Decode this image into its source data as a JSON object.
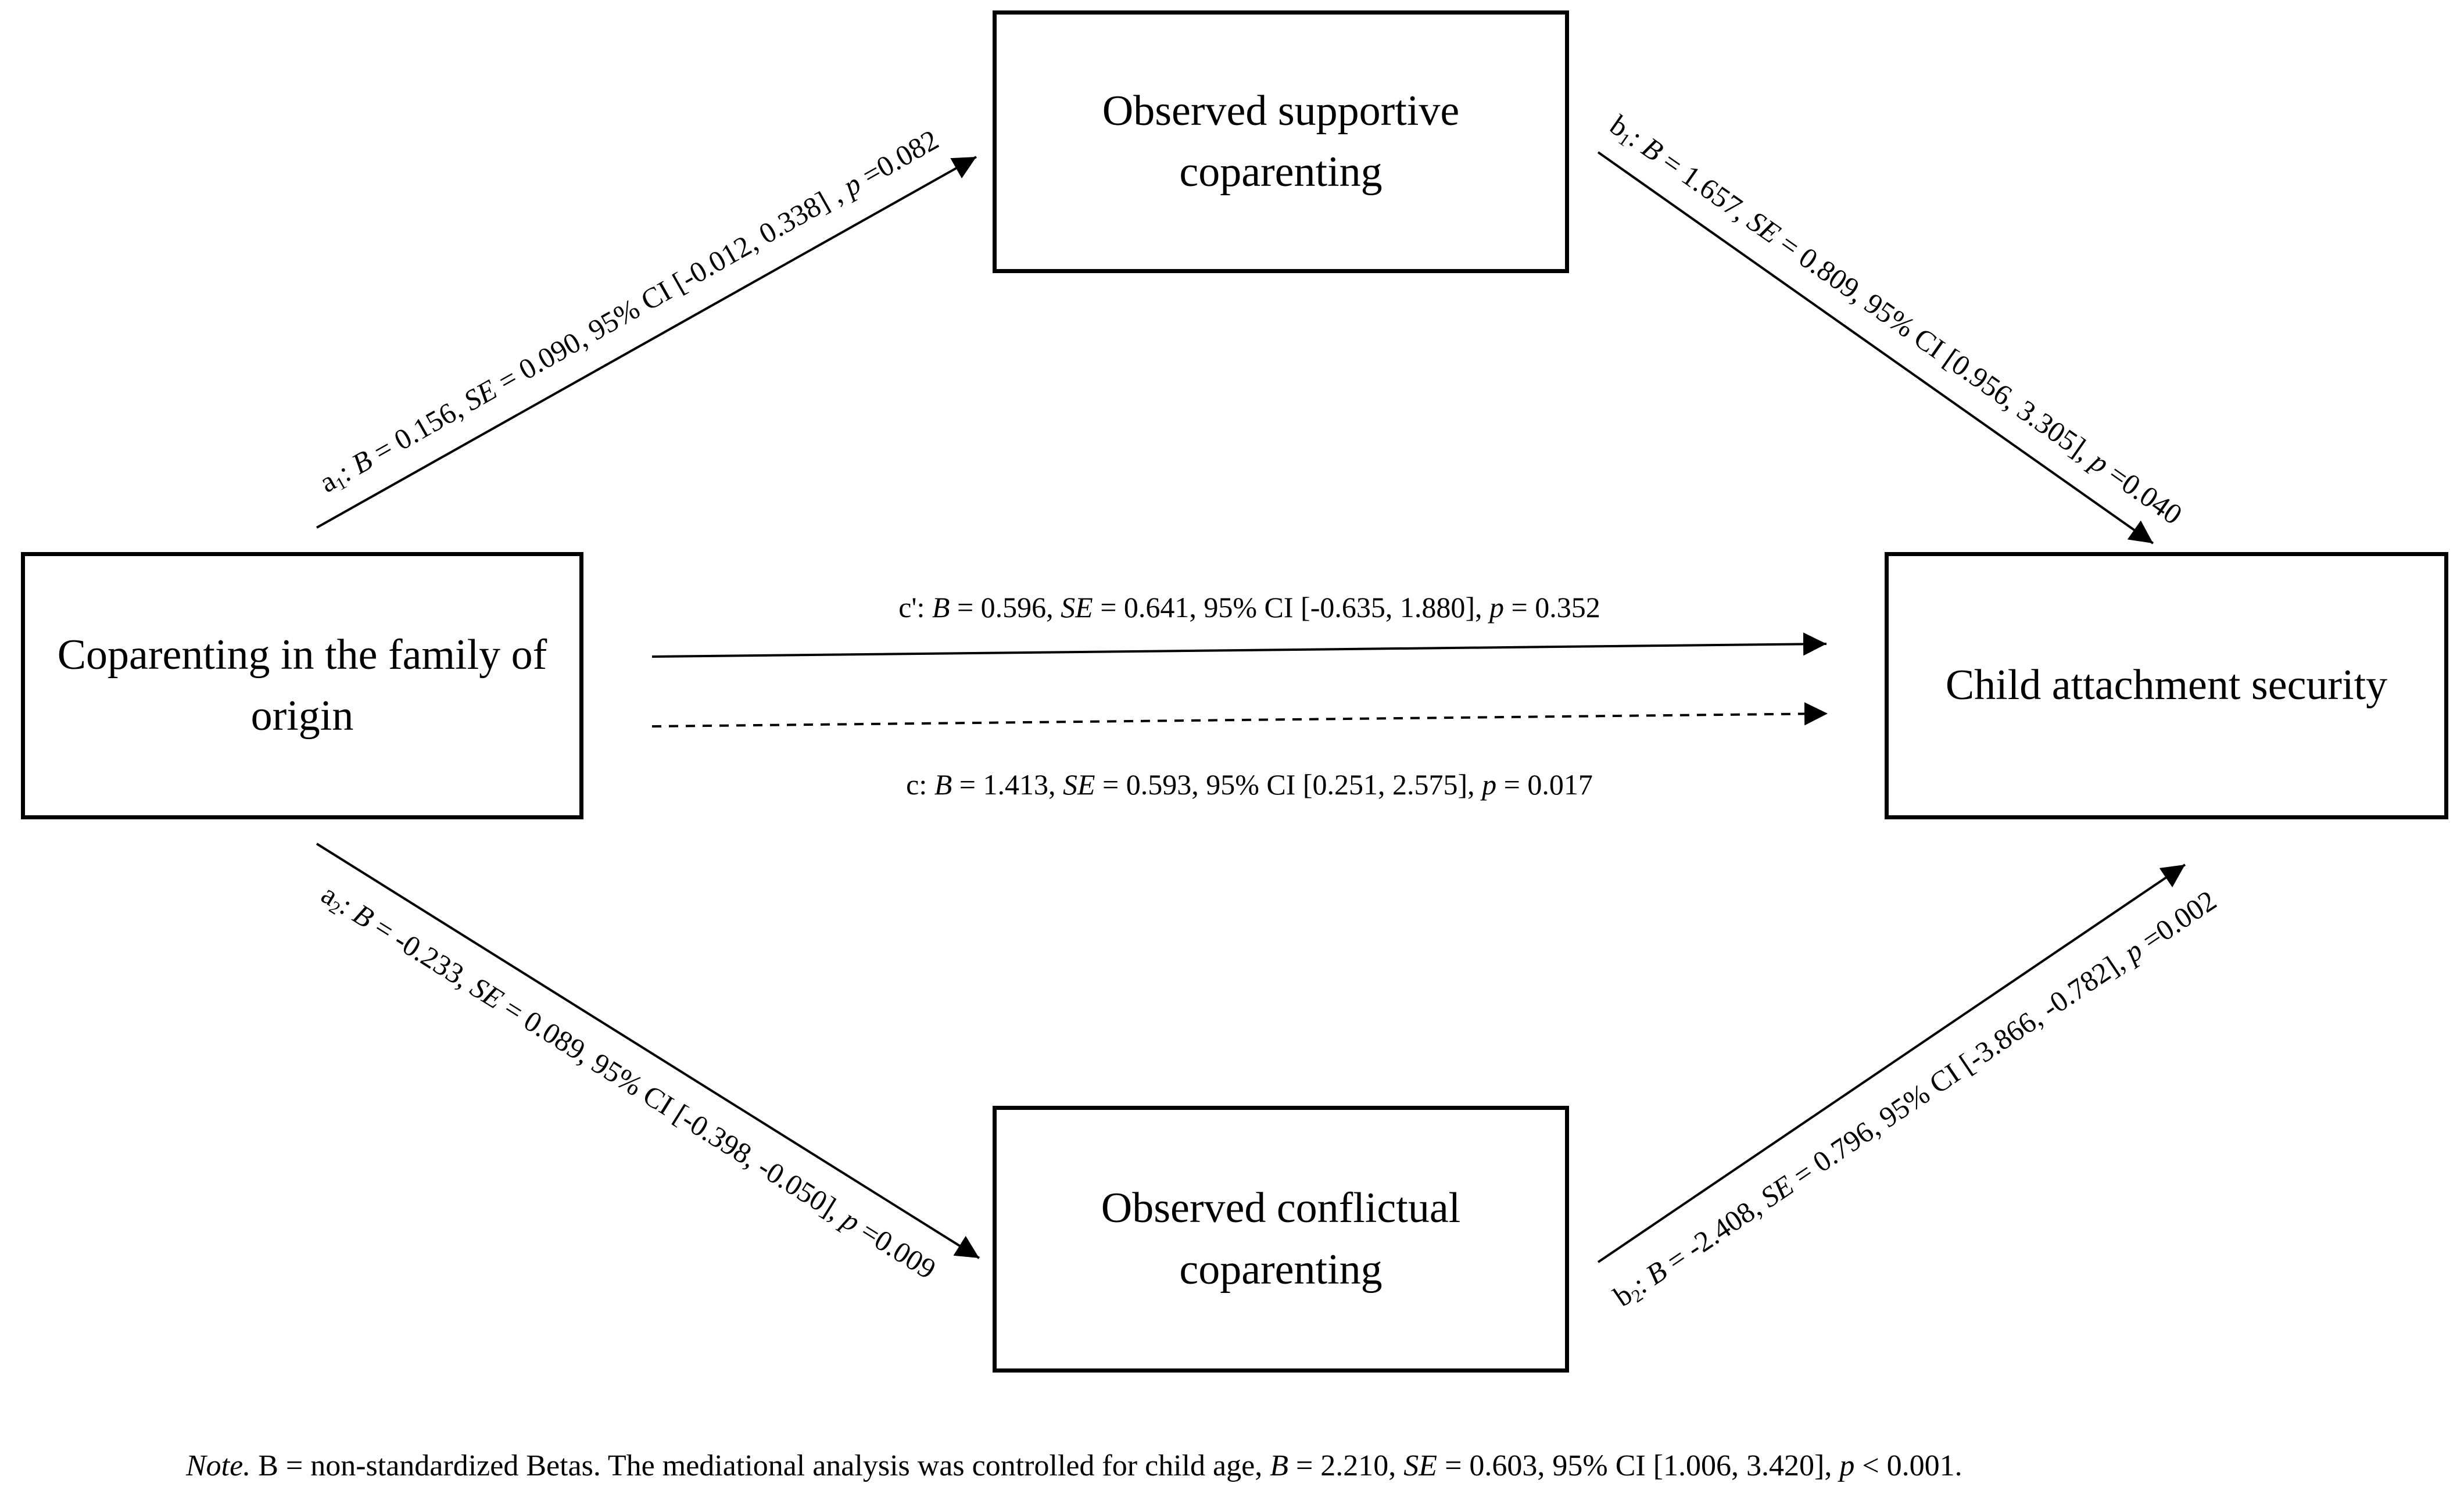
{
  "diagram": {
    "background_color": "#ffffff",
    "line_color": "#000000",
    "boxes": {
      "top": {
        "line1": "Observed supportive",
        "line2": "coparenting"
      },
      "left": {
        "line1": "Coparenting in the family of",
        "line2": "origin"
      },
      "right": {
        "line1": "Child attachment security",
        "line2": ""
      },
      "bottom": {
        "line1": "Observed conflictual",
        "line2": "coparenting"
      }
    },
    "paths": {
      "a1": {
        "base": "a",
        "sub": "1",
        "sep": ": ",
        "B": "B",
        "s1": " = 0.156, ",
        "SE": "SE",
        "s2": " = 0.090, 95% CI [-0.012, 0.338] , ",
        "p": "p",
        "s3": " =0.082"
      },
      "b1": {
        "base": "b",
        "sub": "1",
        "sep": ": ",
        "B": "B",
        "s1": " = 1.657, ",
        "SE": "SE",
        "s2": " = 0.809, 95% CI [0.956, 3.305], ",
        "p": "p",
        "s3": " =0.040"
      },
      "a2": {
        "base": "a",
        "sub": "2",
        "sep": ": ",
        "B": "B",
        "s1": " = -0.233, ",
        "SE": "SE",
        "s2": " = 0.089, 95% CI [-0.398, -0.050], ",
        "p": "p",
        "s3": " =0.009"
      },
      "b2": {
        "base": "b",
        "sub": "2",
        "sep": ": ",
        "B": "B",
        "s1": " = -2.408, ",
        "SE": "SE",
        "s2": " = 0.796, 95% CI [-3.866, -0.782], ",
        "p": "p",
        "s3": " =0.002"
      },
      "c_prime": {
        "base": "c'",
        "sub": "",
        "sep": ": ",
        "B": "B",
        "s1": " = 0.596, ",
        "SE": "SE",
        "s2": " = 0.641, 95% CI [-0.635, 1.880], ",
        "p": "p",
        "s3": " = 0.352"
      },
      "c": {
        "base": "c",
        "sub": "",
        "sep": ": ",
        "B": "B",
        "s1": " = 1.413, ",
        "SE": "SE",
        "s2": " = 0.593, 95% CI [0.251, 2.575], ",
        "p": "p",
        "s3": " = 0.017"
      }
    },
    "note": {
      "word": "Note.",
      "s1": " B = non-standardized Betas. The mediational analysis was controlled for child age, ",
      "B": "B",
      "s2": " = 2.210, ",
      "SE": "SE",
      "s3": " = 0.603, 95% CI [1.006, 3.420], ",
      "p": "p",
      "s4": " < 0.001."
    }
  }
}
